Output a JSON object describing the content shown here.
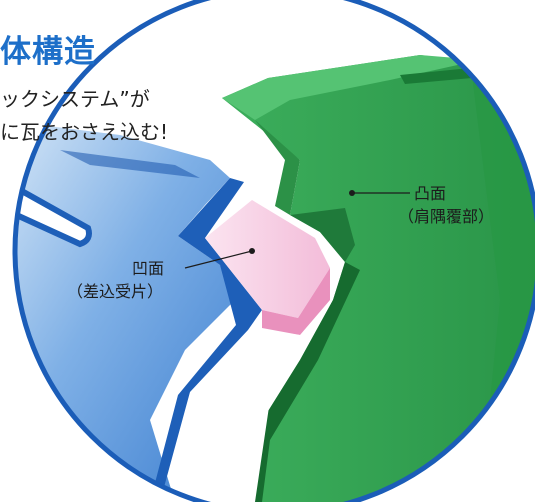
{
  "title": "体構造",
  "subtitle_line1": "ックシステム”が",
  "subtitle_line2": "に瓦をおさえ込む!",
  "labels": {
    "convex": {
      "main": "凸面",
      "sub": "（肩隅覆部）"
    },
    "concave": {
      "main": "凹面",
      "sub": "（差込受片）"
    }
  },
  "colors": {
    "blue_tile": "#2d74cc",
    "blue_dark": "#104a9e",
    "green_tile": "#2fa24e",
    "green_dark": "#136b2e",
    "pink_face": "#e991bd",
    "title_blue": "#1d6fc9"
  }
}
